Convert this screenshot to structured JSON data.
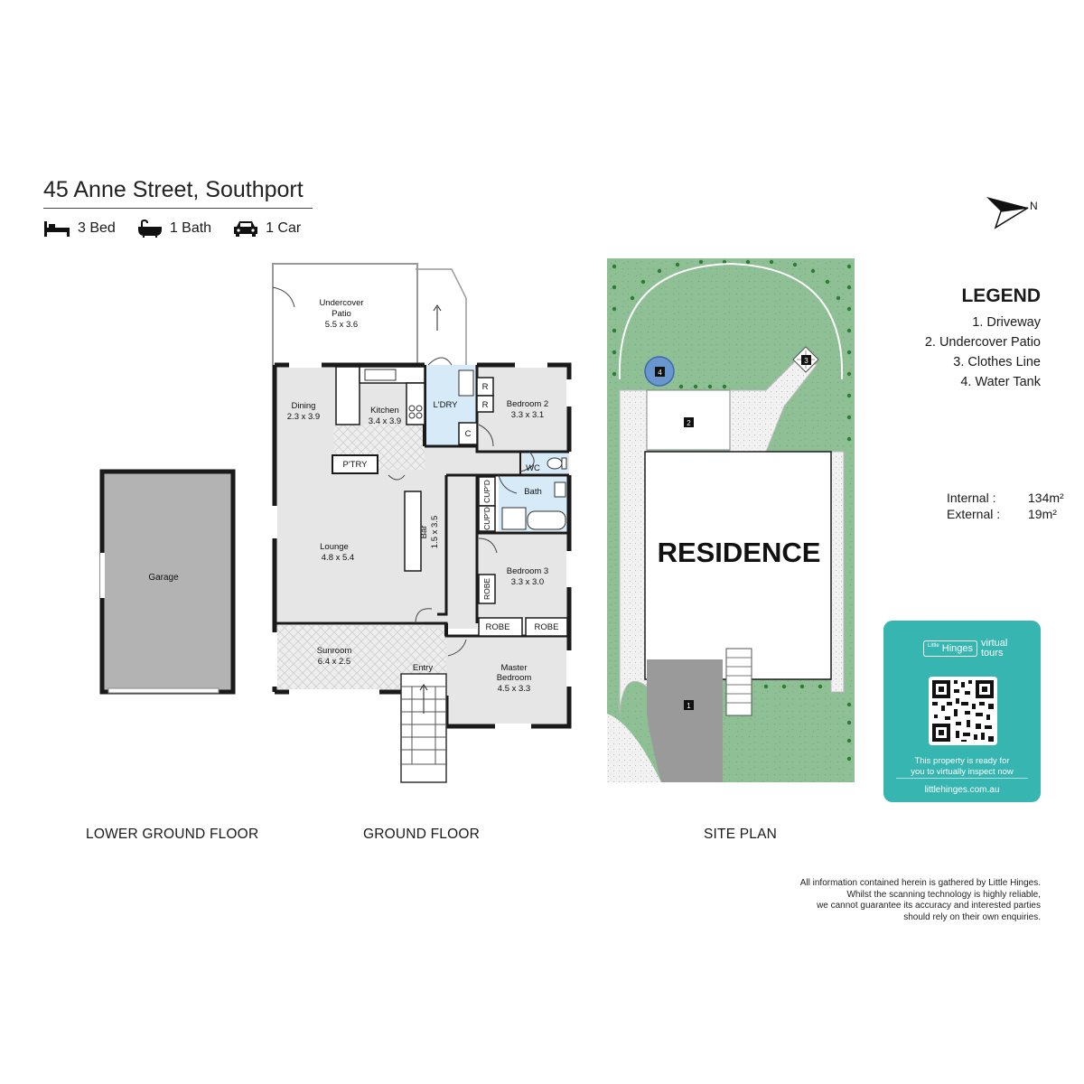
{
  "header": {
    "address": "45 Anne Street, Southport",
    "beds": "3 Bed",
    "baths": "1 Bath",
    "cars": "1 Car"
  },
  "compass": {
    "label": "N"
  },
  "legend": {
    "title": "LEGEND",
    "items": [
      "1. Driveway",
      "2. Undercover Patio",
      "3. Clothes Line",
      "4. Water Tank"
    ]
  },
  "areas": {
    "internal_label": "Internal :",
    "internal_value": "134m²",
    "external_label": "External :",
    "external_value": "19m²"
  },
  "lower_ground": {
    "garage": "Garage",
    "label": "LOWER GROUND FLOOR"
  },
  "ground": {
    "label": "GROUND FLOOR",
    "rooms": {
      "patio_name_1": "Undercover",
      "patio_name_2": "Patio",
      "patio_dim": "5.5 x 3.6",
      "dining_name": "Dining",
      "dining_dim": "2.3 x 3.9",
      "kitchen_name": "Kitchen",
      "kitchen_dim": "3.4 x 3.9",
      "laundry_name": "L'DRY",
      "bed2_name": "Bedroom 2",
      "bed2_dim": "3.3 x 3.1",
      "r1": "R",
      "r2": "R",
      "c": "C",
      "pantry": "P'TRY",
      "wc": "WC",
      "bath": "Bath",
      "cupd1": "CUP'D",
      "cupd2": "CUP'D",
      "lounge_name": "Lounge",
      "lounge_dim": "4.8 x 5.4",
      "bar_name": "Bar",
      "bar_dim": "1.5 x 3.5",
      "bed3_name": "Bedroom 3",
      "bed3_dim": "3.3 x 3.0",
      "robe_side": "ROBE",
      "robe_a": "ROBE",
      "robe_b": "ROBE",
      "sunroom_name": "Sunroom",
      "sunroom_dim": "6.4 x 2.5",
      "entry": "Entry",
      "master_name_1": "Master",
      "master_name_2": "Bedroom",
      "master_dim": "4.5 x 3.3"
    }
  },
  "site": {
    "label": "SITE PLAN",
    "residence": "RESIDENCE",
    "markers": [
      "1",
      "2",
      "3",
      "4"
    ]
  },
  "virtual_tour": {
    "brand_small": "Little",
    "brand": "Hinges",
    "virtual": "virtual",
    "tours": "tours",
    "message_1": "This property is ready for",
    "message_2": "you to virtually inspect now",
    "url": "littlehinges.com.au"
  },
  "disclaimer": {
    "line1": "All information contained herein is gathered by Little Hinges.",
    "line2": "Whilst the scanning technology is highly reliable,",
    "line3": "we cannot guarantee its accuracy and interested parties",
    "line4": "should rely on their own enquiries."
  },
  "colors": {
    "lawn": "#8fbf95",
    "wall": "#1a1a1a",
    "floor": "#e6e6e6",
    "wet": "#d6eaf8",
    "garage": "#b3b3b3",
    "tank": "#6a96d0",
    "driveway": "#9a9a9a",
    "accent": "#36b5b1"
  }
}
